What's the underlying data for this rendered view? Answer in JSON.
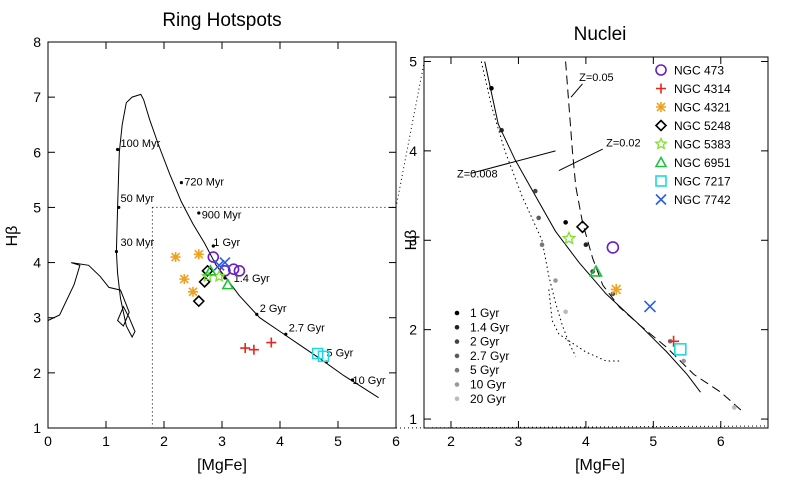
{
  "figure": {
    "background": "#ffffff",
    "ink": "#000000"
  },
  "chart_data": [
    {
      "panel": "left",
      "type": "line",
      "title": "Ring Hotspots",
      "xlabel": "[MgFe]",
      "ylabel": "Hβ",
      "xlim": [
        0,
        6
      ],
      "ylim": [
        1,
        8
      ],
      "xticks": [
        0,
        1,
        2,
        3,
        4,
        5,
        6
      ],
      "yticks": [
        1,
        2,
        3,
        4,
        5,
        6,
        7,
        8
      ],
      "grid": false,
      "model_track": [
        [
          0.0,
          2.95
        ],
        [
          0.2,
          3.05
        ],
        [
          0.45,
          3.6
        ],
        [
          0.55,
          3.95
        ],
        [
          0.4,
          4.0
        ],
        [
          0.7,
          3.95
        ],
        [
          0.9,
          3.75
        ],
        [
          1.05,
          3.55
        ],
        [
          1.25,
          3.5
        ],
        [
          1.4,
          3.1
        ],
        [
          1.3,
          2.85
        ],
        [
          1.2,
          2.95
        ],
        [
          1.3,
          3.2
        ],
        [
          1.4,
          3.0
        ],
        [
          1.5,
          2.75
        ],
        [
          1.45,
          2.65
        ],
        [
          1.35,
          2.85
        ],
        [
          1.25,
          3.35
        ],
        [
          1.2,
          3.8
        ],
        [
          1.18,
          4.2
        ],
        [
          1.2,
          5.0
        ],
        [
          1.23,
          6.0
        ],
        [
          1.28,
          6.5
        ],
        [
          1.35,
          6.9
        ],
        [
          1.45,
          7.0
        ],
        [
          1.6,
          7.05
        ],
        [
          1.65,
          6.95
        ],
        [
          1.75,
          6.6
        ],
        [
          1.9,
          6.15
        ],
        [
          2.1,
          5.6
        ],
        [
          2.3,
          5.1
        ],
        [
          2.5,
          4.7
        ],
        [
          2.7,
          4.35
        ],
        [
          2.9,
          3.95
        ],
        [
          3.05,
          3.75
        ],
        [
          3.3,
          3.4
        ],
        [
          3.65,
          3.0
        ],
        [
          4.0,
          2.75
        ],
        [
          4.35,
          2.5
        ],
        [
          4.7,
          2.25
        ],
        [
          5.1,
          1.95
        ],
        [
          5.4,
          1.75
        ],
        [
          5.7,
          1.55
        ]
      ],
      "age_labels": [
        {
          "text": "100 Myr",
          "x": 1.25,
          "y": 6.1
        },
        {
          "text": "50 Myr",
          "x": 1.25,
          "y": 5.1
        },
        {
          "text": "30 Myr",
          "x": 1.25,
          "y": 4.3
        },
        {
          "text": "720 Myr",
          "x": 2.35,
          "y": 5.4
        },
        {
          "text": "900 Myr",
          "x": 2.65,
          "y": 4.8
        },
        {
          "text": "1 Gyr",
          "x": 2.85,
          "y": 4.3
        },
        {
          "text": "1.4 Gyr",
          "x": 3.2,
          "y": 3.65
        },
        {
          "text": "2 Gyr",
          "x": 3.65,
          "y": 3.1
        },
        {
          "text": "2.7 Gyr",
          "x": 4.15,
          "y": 2.75
        },
        {
          "text": "5 Gyr",
          "x": 4.8,
          "y": 2.3
        },
        {
          "text": "10 Gyr",
          "x": 5.25,
          "y": 1.8
        }
      ],
      "age_markers": [
        [
          1.2,
          6.05
        ],
        [
          1.22,
          5.0
        ],
        [
          1.18,
          4.2
        ],
        [
          2.3,
          5.45
        ],
        [
          2.6,
          4.9
        ],
        [
          2.85,
          4.3
        ],
        [
          3.05,
          3.72
        ],
        [
          3.6,
          3.06
        ],
        [
          4.1,
          2.7
        ],
        [
          4.8,
          2.2
        ],
        [
          5.25,
          1.87
        ]
      ],
      "zoom_box": {
        "x": [
          1.8,
          6
        ],
        "y": [
          1,
          5
        ]
      },
      "points": [
        {
          "galaxy": "NGC 473",
          "marker": "circle",
          "color": "#6a1fc2",
          "values": [
            [
              2.85,
              4.1
            ],
            [
              3.05,
              3.85
            ],
            [
              3.2,
              3.88
            ],
            [
              3.3,
              3.85
            ]
          ]
        },
        {
          "galaxy": "NGC 4314",
          "marker": "plus",
          "color": "#e8251c",
          "values": [
            [
              3.4,
              2.45
            ],
            [
              3.55,
              2.42
            ],
            [
              3.85,
              2.55
            ]
          ]
        },
        {
          "galaxy": "NGC 4321",
          "marker": "asterisk",
          "color": "#f0a21e",
          "values": [
            [
              2.2,
              4.1
            ],
            [
              2.6,
              4.15
            ],
            [
              2.35,
              3.7
            ],
            [
              2.5,
              3.47
            ]
          ]
        },
        {
          "galaxy": "NGC 5248",
          "marker": "diamond",
          "color": "#000000",
          "values": [
            [
              2.6,
              3.3
            ],
            [
              2.7,
              3.65
            ],
            [
              2.75,
              3.85
            ]
          ]
        },
        {
          "galaxy": "NGC 5383",
          "marker": "star",
          "color": "#7ee02e",
          "values": [
            [
              2.75,
              3.75
            ],
            [
              2.95,
              3.75
            ]
          ]
        },
        {
          "galaxy": "NGC 6951",
          "marker": "triangle",
          "color": "#1fc23a",
          "values": [
            [
              2.8,
              3.85
            ],
            [
              3.1,
              3.6
            ]
          ]
        },
        {
          "galaxy": "NGC 7217",
          "marker": "square",
          "color": "#1fd8e0",
          "values": [
            [
              4.65,
              2.35
            ],
            [
              4.75,
              2.3
            ]
          ]
        },
        {
          "galaxy": "NGC 7742",
          "marker": "x",
          "color": "#2a5fe0",
          "values": [
            [
              2.95,
              3.95
            ],
            [
              3.05,
              4.0
            ]
          ]
        }
      ]
    },
    {
      "panel": "right",
      "type": "line",
      "title": "Nuclei",
      "xlabel": "[MgFe]",
      "ylabel": "Hβ",
      "xlim": [
        1.6,
        6.7
      ],
      "ylim": [
        0.9,
        5.05
      ],
      "xticks": [
        2,
        3,
        4,
        5,
        6
      ],
      "yticks": [
        1,
        2,
        3,
        4,
        5
      ],
      "grid": false,
      "legend_position": "top-right",
      "models": [
        {
          "label": "Z=0.05",
          "style": "dashed",
          "values": [
            [
              3.7,
              5.0
            ],
            [
              3.75,
              4.5
            ],
            [
              3.8,
              4.0
            ],
            [
              3.85,
              3.6
            ],
            [
              3.95,
              3.2
            ],
            [
              4.1,
              2.8
            ],
            [
              4.25,
              2.5
            ],
            [
              4.5,
              2.25
            ],
            [
              4.8,
              2.05
            ],
            [
              5.2,
              1.8
            ],
            [
              5.6,
              1.5
            ],
            [
              6.0,
              1.3
            ],
            [
              6.3,
              1.1
            ]
          ]
        },
        {
          "label": "Z=0.02",
          "style": "solid",
          "values": [
            [
              2.5,
              5.0
            ],
            [
              2.7,
              4.3
            ],
            [
              2.95,
              3.9
            ],
            [
              3.25,
              3.5
            ],
            [
              3.55,
              3.1
            ],
            [
              3.9,
              2.75
            ],
            [
              4.3,
              2.4
            ],
            [
              4.8,
              2.05
            ],
            [
              5.2,
              1.75
            ],
            [
              5.5,
              1.5
            ],
            [
              5.7,
              1.3
            ]
          ]
        },
        {
          "label": "Z=0.008",
          "style": "dotted",
          "values": [
            [
              2.45,
              5.0
            ],
            [
              2.6,
              4.5
            ],
            [
              2.8,
              4.0
            ],
            [
              3.05,
              3.5
            ],
            [
              3.35,
              3.0
            ],
            [
              3.45,
              2.6
            ],
            [
              3.55,
              2.3
            ],
            [
              3.65,
              2.05
            ],
            [
              3.75,
              1.85
            ],
            [
              3.85,
              1.7
            ]
          ]
        }
      ],
      "extra_track": [
        [
          3.45,
          2.45
        ],
        [
          3.5,
          2.1
        ],
        [
          3.6,
          1.95
        ],
        [
          3.8,
          1.85
        ],
        [
          4.0,
          1.75
        ],
        [
          4.3,
          1.65
        ],
        [
          4.5,
          1.65
        ]
      ],
      "legend": [
        {
          "galaxy": "NGC 473",
          "marker": "circle",
          "color": "#6a1fc2"
        },
        {
          "galaxy": "NGC 4314",
          "marker": "plus",
          "color": "#e8251c"
        },
        {
          "galaxy": "NGC 4321",
          "marker": "asterisk",
          "color": "#f0a21e"
        },
        {
          "galaxy": "NGC 5248",
          "marker": "diamond",
          "color": "#000000"
        },
        {
          "galaxy": "NGC 5383",
          "marker": "star",
          "color": "#7ee02e"
        },
        {
          "galaxy": "NGC 6951",
          "marker": "triangle",
          "color": "#1fc23a"
        },
        {
          "galaxy": "NGC 7217",
          "marker": "square",
          "color": "#1fd8e0"
        },
        {
          "galaxy": "NGC 7742",
          "marker": "x",
          "color": "#2a5fe0"
        }
      ],
      "points": [
        {
          "galaxy": "NGC 473",
          "marker": "circle",
          "color": "#6a1fc2",
          "values": [
            [
              4.4,
              2.92
            ]
          ]
        },
        {
          "galaxy": "NGC 4314",
          "marker": "plus",
          "color": "#e8251c",
          "values": [
            [
              5.3,
              1.87
            ]
          ]
        },
        {
          "galaxy": "NGC 4321",
          "marker": "asterisk",
          "color": "#f0a21e",
          "values": [
            [
              4.45,
              2.45
            ]
          ]
        },
        {
          "galaxy": "NGC 5248",
          "marker": "diamond",
          "color": "#000000",
          "values": [
            [
              3.95,
              3.15
            ]
          ]
        },
        {
          "galaxy": "NGC 5383",
          "marker": "star",
          "color": "#7ee02e",
          "values": [
            [
              3.75,
              3.02
            ]
          ]
        },
        {
          "galaxy": "NGC 6951",
          "marker": "triangle",
          "color": "#1fc23a",
          "values": [
            [
              4.15,
              2.65
            ]
          ]
        },
        {
          "galaxy": "NGC 7217",
          "marker": "square",
          "color": "#1fd8e0",
          "values": [
            [
              5.4,
              1.78
            ]
          ]
        },
        {
          "galaxy": "NGC 7742",
          "marker": "x",
          "color": "#2a5fe0",
          "values": [
            [
              4.95,
              2.26
            ]
          ]
        }
      ],
      "age_legend": [
        {
          "label": "1 Gyr",
          "color": "#000000"
        },
        {
          "label": "1.4 Gyr",
          "color": "#222222"
        },
        {
          "label": "2 Gyr",
          "color": "#444444"
        },
        {
          "label": "2.7 Gyr",
          "color": "#5a5a5a"
        },
        {
          "label": "5 Gyr",
          "color": "#777777"
        },
        {
          "label": "10 Gyr",
          "color": "#999999"
        },
        {
          "label": "20 Gyr",
          "color": "#bbbbbb"
        }
      ],
      "age_markers": [
        {
          "color": "#000000",
          "values": [
            [
              2.6,
              4.7
            ],
            [
              3.7,
              3.2
            ]
          ]
        },
        {
          "color": "#222222",
          "values": [
            [
              2.75,
              4.23
            ],
            [
              4.0,
              2.95
            ]
          ]
        },
        {
          "color": "#444444",
          "values": [
            [
              3.25,
              3.55
            ],
            [
              4.1,
              2.65
            ]
          ]
        },
        {
          "color": "#5a5a5a",
          "values": [
            [
              3.3,
              3.25
            ],
            [
              4.4,
              2.4
            ]
          ]
        },
        {
          "color": "#777777",
          "values": [
            [
              3.35,
              2.95
            ],
            [
              5.25,
              1.87
            ]
          ]
        },
        {
          "color": "#999999",
          "values": [
            [
              3.55,
              2.55
            ],
            [
              5.45,
              1.65
            ]
          ]
        },
        {
          "color": "#bbbbbb",
          "values": [
            [
              3.7,
              2.2
            ],
            [
              6.2,
              1.13
            ]
          ]
        }
      ]
    }
  ]
}
